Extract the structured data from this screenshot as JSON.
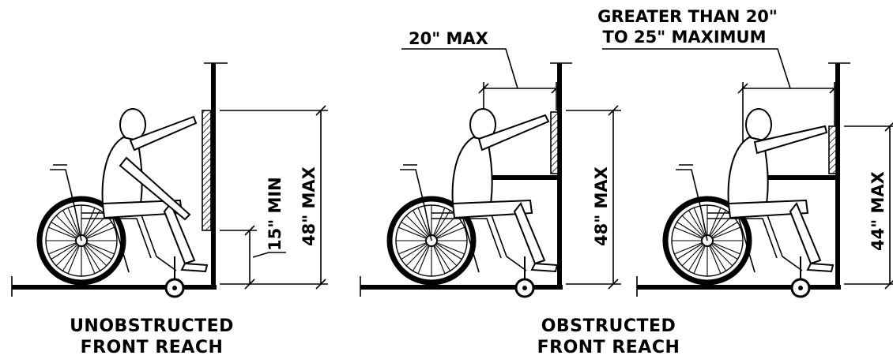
{
  "captions": {
    "unobstructed_line1": "UNOBSTRUCTED",
    "unobstructed_line2": "FRONT REACH",
    "obstructed_line1": "OBSTRUCTED",
    "obstructed_line2": "FRONT REACH"
  },
  "dimensions": {
    "min_low": "15\" MIN",
    "max_high_1": "48\" MAX",
    "reach_20": "20\" MAX",
    "max_high_2": "48\" MAX",
    "reach_25_line1": "GREATER THAN 20\"",
    "reach_25_line2": "TO 25\" MAXIMUM",
    "max_high_3": "44\" MAX"
  },
  "colors": {
    "ink": "#000000",
    "paper": "#ffffff"
  }
}
